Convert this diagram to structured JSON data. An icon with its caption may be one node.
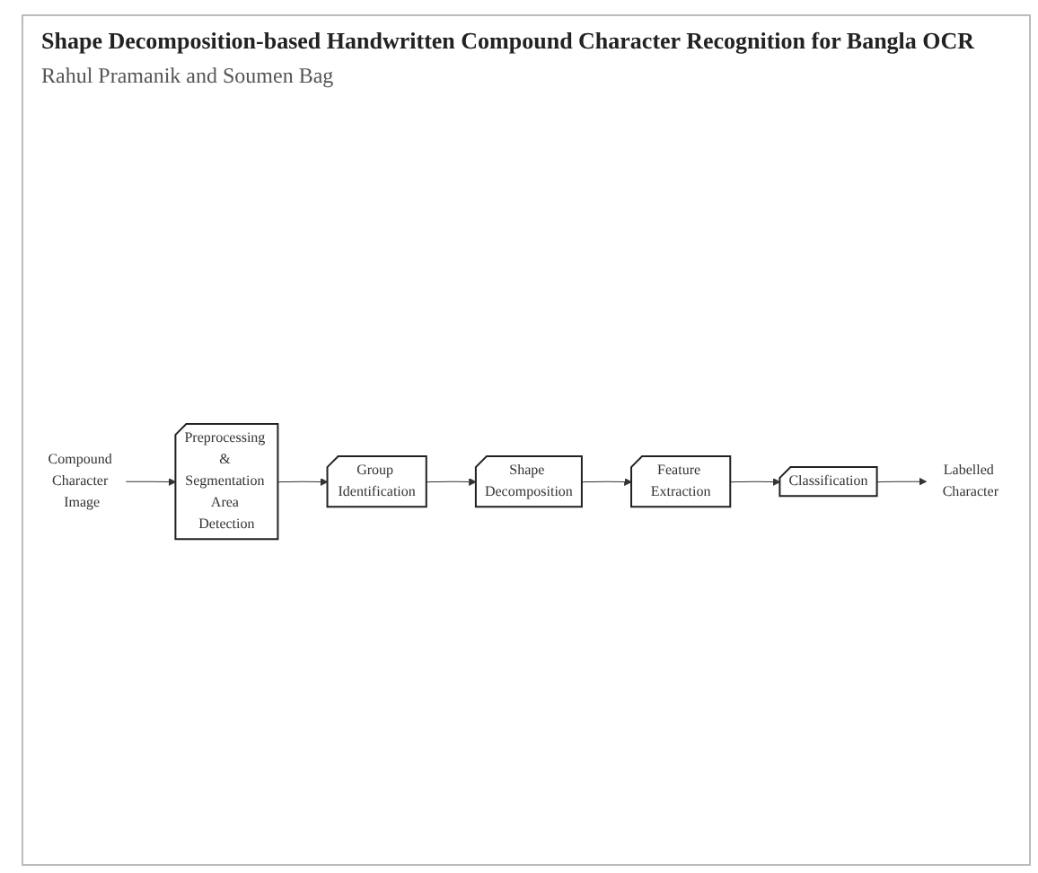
{
  "diagram": {
    "title": "Shape Decomposition-based Handwritten Compound Character Recognition for Bangla OCR",
    "nodes": [
      {
        "text": [
          "Compound Character Image"
        ]
      },
      {
        "text": [
          "Preprocessing & Segmentation Area Detection"
        ]
      },
      {
        "text": [
          "Group Identification"
        ]
      },
      {
        "text": [
          "Shape Decomposition"
        ]
      },
      {
        "text": [
          "Feature Extraction"
        ]
      },
      {
        "text": [
          "Classification"
        ]
      },
      {
        "text": [
          "Labelled Character"
        ]
      }
    ],
    "edges": [
      {
        "from": 0,
        "to": 1,
        "arrow": "to"
      },
      {
        "from": 1,
        "to": 2,
        "arrow": "to"
      },
      {
        "from": 2,
        "to": 3,
        "arrow": "to"
      },
      {
        "from": 3,
        "to": 4,
        "arrow": "to"
      },
      {
        "from": 4,
        "to": 5,
        "arrow": "to"
      },
      {
        "from": 5,
        "to": 6,
        "arrow": "to"
      }
    ],
    "labels": [
      "Rahul Pramanik and Soumen Bag"
    ]
  }
}
